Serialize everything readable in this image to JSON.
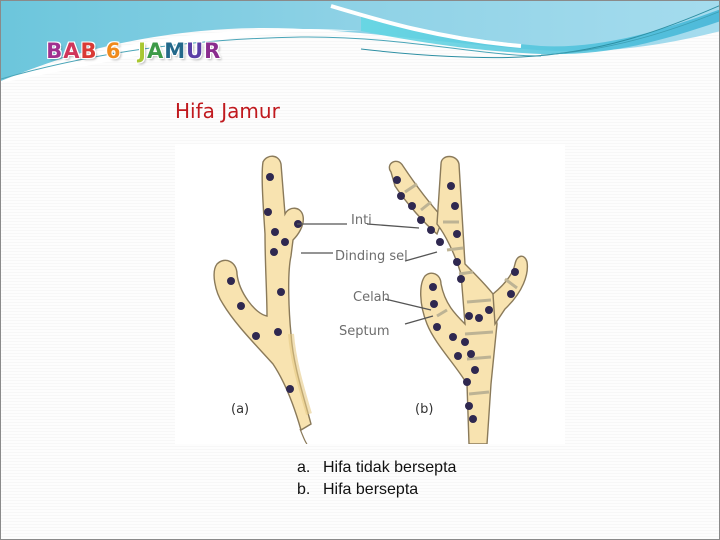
{
  "header": {
    "title_letters": [
      {
        "ch": "B",
        "color": "#a0308e"
      },
      {
        "ch": "A",
        "color": "#d0365a"
      },
      {
        "ch": "B",
        "color": "#d93a35"
      },
      {
        "ch": " ",
        "color": "#000000"
      },
      {
        "ch": "6",
        "color": "#f08a1c"
      },
      {
        "ch": " ",
        "color": "#000000"
      },
      {
        "ch": " ",
        "color": "#000000"
      },
      {
        "ch": "J",
        "color": "#a9c732"
      },
      {
        "ch": "A",
        "color": "#3d9a48"
      },
      {
        "ch": "M",
        "color": "#23688a"
      },
      {
        "ch": "U",
        "color": "#5b3ea6"
      },
      {
        "ch": "R",
        "color": "#8a2c8e"
      }
    ],
    "title_text": "BAB 6  JAMUR",
    "colors": {
      "wave_dark": "#57b8d4",
      "wave_light": "#a6dbe9",
      "wave_cyan": "#6fd3e0"
    }
  },
  "slide": {
    "heading": "Hifa Jamur",
    "heading_color": "#c0191e"
  },
  "figure": {
    "labels": {
      "inti": "Inti",
      "dinding_sel": "Dinding sel",
      "celah": "Celah",
      "septum": "Septum",
      "panel_a": "(a)",
      "panel_b": "(b)"
    },
    "colors": {
      "hypha_fill": "#f8e3b0",
      "hypha_outline": "#8a7a5a",
      "nucleus": "#2f2850",
      "septum": "#d9d2b4"
    }
  },
  "caption": {
    "items": [
      {
        "marker": "a.",
        "text": "Hifa tidak bersepta"
      },
      {
        "marker": "b.",
        "text": "Hifa bersepta"
      }
    ]
  }
}
